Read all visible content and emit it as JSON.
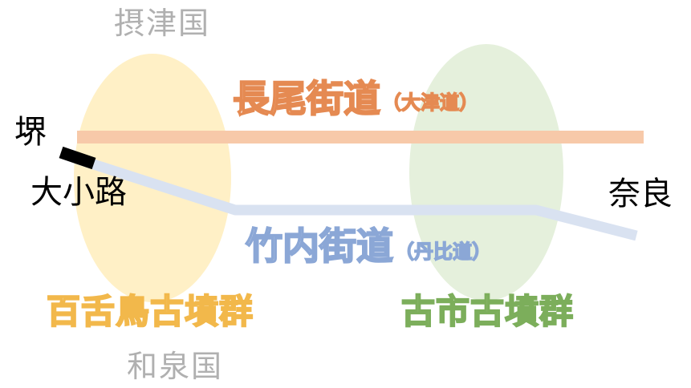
{
  "provinces": {
    "north": "摂津国",
    "south": "和泉国"
  },
  "cities": {
    "sakai": "堺",
    "nara": "奈良"
  },
  "roads": {
    "nagao": {
      "name": "長尾街道",
      "alias": "（大津道）",
      "color": "#f7c9a9",
      "label_color": "#e58a52"
    },
    "takenouchi": {
      "name": "竹内街道",
      "alias": "（丹比道）",
      "color": "#d9e2f1",
      "label_color": "#8ba7d6"
    },
    "ooshoji": {
      "name": "大小路",
      "color": "#000000"
    }
  },
  "tumuli_groups": {
    "mozu": {
      "name": "百舌鳥古墳群",
      "fill": "#fff0c6",
      "label_color": "#f2b84b"
    },
    "furuichi": {
      "name": "古市古墳群",
      "fill": "#e5f0dc",
      "label_color": "#7cae5b"
    }
  }
}
